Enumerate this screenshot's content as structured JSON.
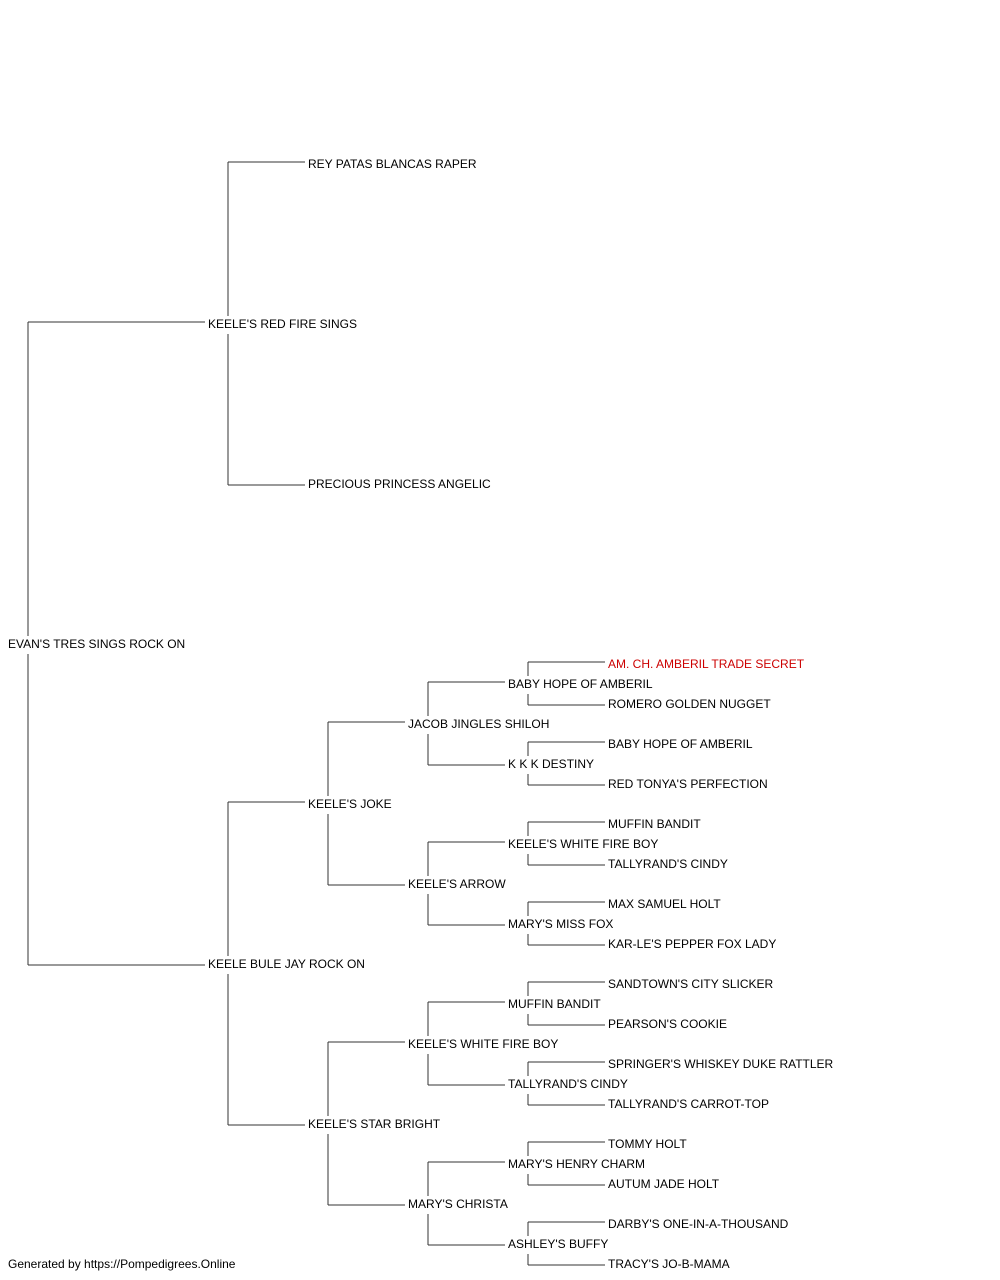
{
  "pedigree": {
    "root": "EVAN'S TRES SINGS ROCK ON",
    "sire": {
      "name": "KEELE'S RED FIRE SINGS",
      "sire": "REY PATAS BLANCAS RAPER",
      "dam": "PRECIOUS PRINCESS ANGELIC"
    },
    "dam": {
      "name": "KEELE BULE JAY ROCK ON",
      "sire": {
        "name": "KEELE'S JOKE",
        "sire": {
          "name": "JACOB JINGLES SHILOH",
          "sire": {
            "name": "BABY HOPE OF AMBERIL",
            "sire": "AM. CH. AMBERIL TRADE SECRET",
            "dam": "ROMERO GOLDEN NUGGET"
          },
          "dam": {
            "name": "K K K DESTINY",
            "sire": "BABY HOPE OF AMBERIL",
            "dam": "RED TONYA'S PERFECTION"
          }
        },
        "dam": {
          "name": "KEELE'S ARROW",
          "sire": {
            "name": "KEELE'S WHITE FIRE BOY",
            "sire": "MUFFIN BANDIT",
            "dam": "TALLYRAND'S CINDY"
          },
          "dam": {
            "name": "MARY'S MISS FOX",
            "sire": "MAX SAMUEL HOLT",
            "dam": "KAR-LE'S PEPPER FOX LADY"
          }
        }
      },
      "dam": {
        "name": "KEELE'S STAR BRIGHT",
        "sire": {
          "name": "KEELE'S WHITE FIRE BOY",
          "sire": {
            "name": "MUFFIN BANDIT",
            "sire": "SANDTOWN'S CITY SLICKER",
            "dam": "PEARSON'S COOKIE"
          },
          "dam": {
            "name": "TALLYRAND'S CINDY",
            "sire": "SPRINGER'S WHISKEY DUKE RATTLER",
            "dam": "TALLYRAND'S CARROT-TOP"
          }
        },
        "dam": {
          "name": "MARY'S CHRISTA",
          "sire": {
            "name": "MARY'S HENRY CHARM",
            "sire": "TOMMY HOLT",
            "dam": "AUTUM JADE HOLT"
          },
          "dam": {
            "name": "ASHLEY'S BUFFY",
            "sire": "DARBY'S ONE-IN-A-THOUSAND",
            "dam": "TRACY'S JO-B-MAMA"
          }
        }
      }
    }
  },
  "highlight_color": "#cc0000",
  "footer": "Generated by https://Pompedigrees.Online"
}
